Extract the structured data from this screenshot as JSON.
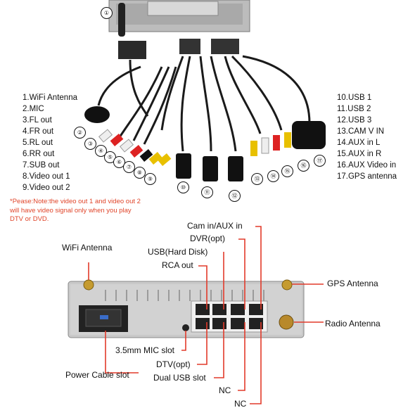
{
  "top_marker": "①",
  "left_list": [
    "1.WiFi Antenna",
    "2.MIC",
    "3.FL out",
    "4.FR out",
    "5.RL out",
    "6.RR out",
    "7.SUB out",
    "8.Video out 1",
    "9.Video out 2"
  ],
  "right_list": [
    "10.USB 1",
    "11.USB 2",
    "12.USB 3",
    "13.CAM V IN",
    "14.AUX in L",
    "15.AUX in R",
    "16.AUX Video in",
    "17.GPS antenna"
  ],
  "note": [
    "*Pease:Note:the video out 1 and video out 2",
    "will have video signal only when you play",
    "DTV or DVD."
  ],
  "circles": [
    "②",
    "③",
    "④",
    "⑤",
    "⑥",
    "⑦",
    "⑧",
    "⑨",
    "⑩",
    "⑪",
    "⑫",
    "⑬",
    "⑭",
    "⑮",
    "⑯",
    "⑰"
  ],
  "labels": {
    "cam_aux": "Cam in/AUX in",
    "dvr": "DVR(opt)",
    "usb_hd": "USB(Hard Disk)",
    "rca": "RCA out",
    "wifi": "WiFi Antenna",
    "gps": "GPS Antenna",
    "radio": "Radio Antenna",
    "mic": "3.5mm MIC slot",
    "dtv": "DTV(opt)",
    "power": "Power Cable slot",
    "dual_usb": "Dual USB slot",
    "nc1": "NC",
    "nc2": "NC"
  },
  "colors": {
    "pointer": "#e23a2a",
    "note": "#e0452a",
    "panel": "#c9c9c9"
  }
}
